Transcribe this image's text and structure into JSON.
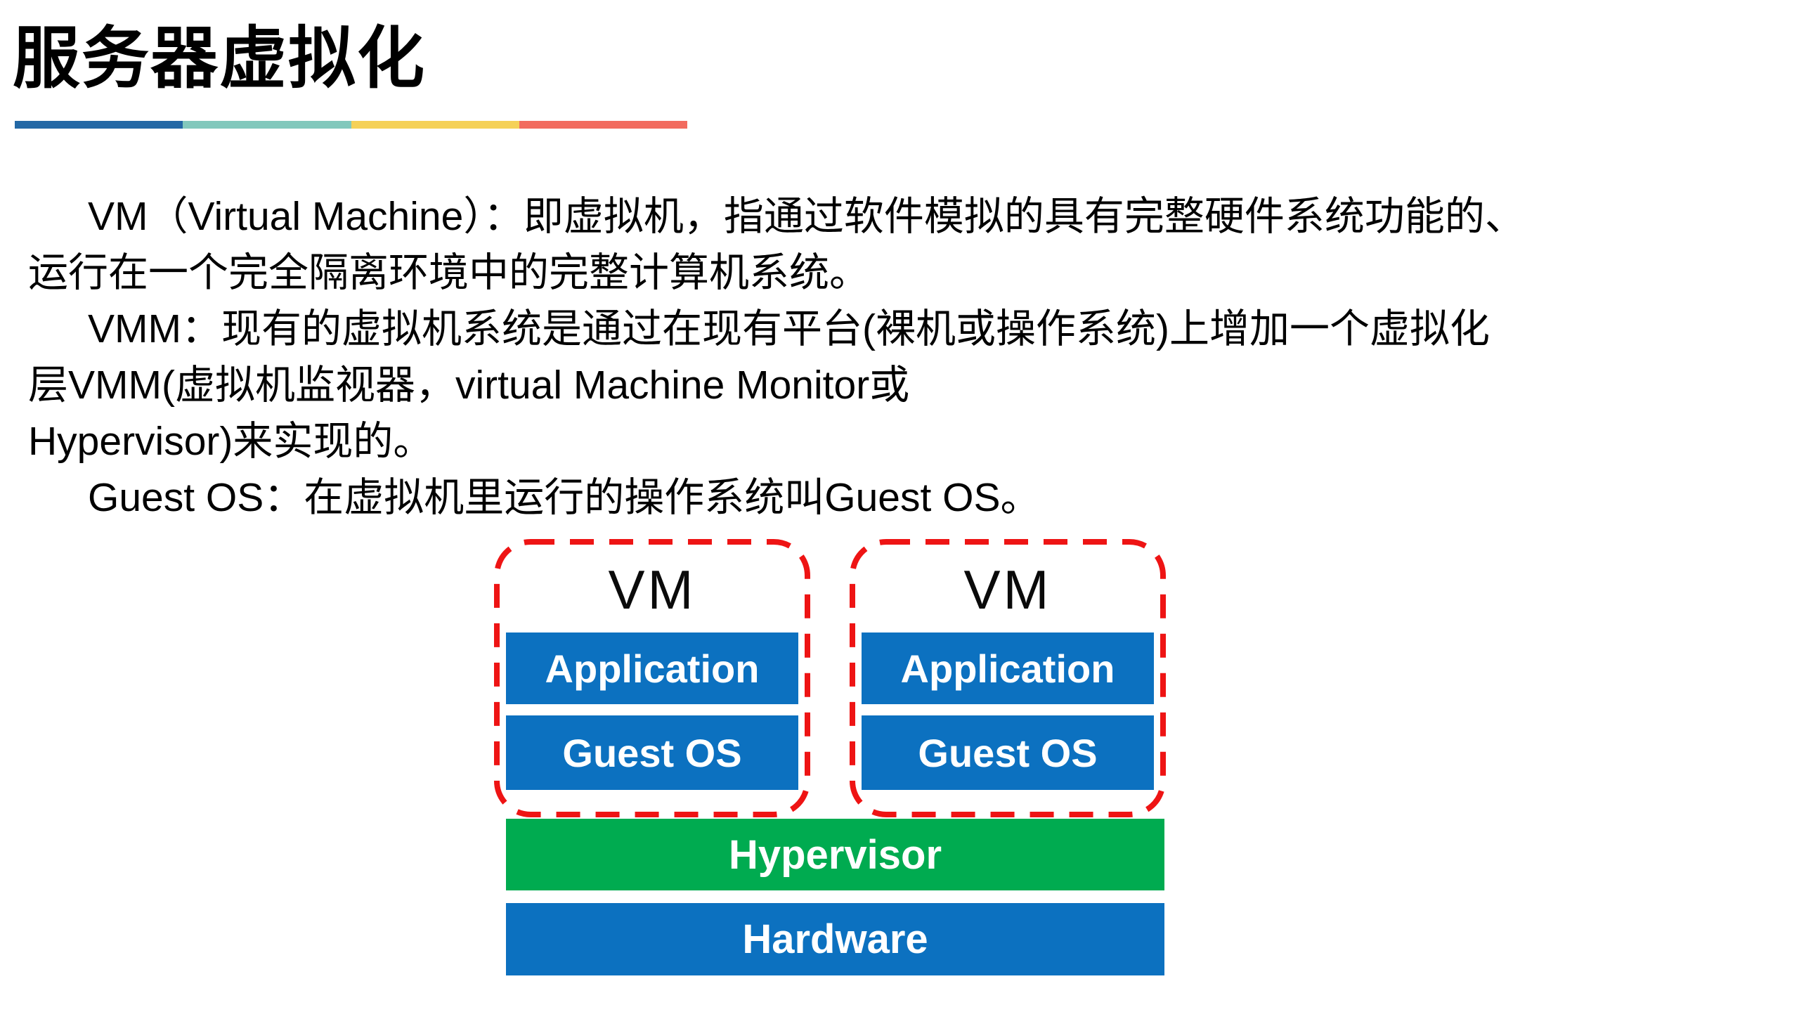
{
  "title": "服务器虚拟化",
  "accent_bar": {
    "colors": [
      "#2368A5",
      "#82C8BC",
      "#F5D158",
      "#F26B5F"
    ]
  },
  "body": {
    "lines": [
      {
        "text": "VM（Virtual Machine）：即虚拟机，指通过软件模拟的具有完整硬件系统功能的、",
        "indent": true
      },
      {
        "text": "运行在一个完全隔离环境中的完整计算机系统。",
        "indent": false
      },
      {
        "text": "VMM：现有的虚拟机系统是通过在现有平台(裸机或操作系统)上增加一个虚拟化",
        "indent": true
      },
      {
        "text": "层VMM(虚拟机监视器，virtual Machine Monitor或",
        "indent": false
      },
      {
        "text": "Hypervisor)来实现的。",
        "indent": false
      },
      {
        "text": "Guest OS：在虚拟机里运行的操作系统叫Guest OS。",
        "indent": true
      }
    ]
  },
  "diagram": {
    "vm_boxes": [
      {
        "label": "VM",
        "layers": [
          "Application",
          "Guest OS"
        ]
      },
      {
        "label": "VM",
        "layers": [
          "Application",
          "Guest OS"
        ]
      }
    ],
    "hypervisor_label": "Hypervisor",
    "hardware_label": "Hardware",
    "colors": {
      "layer_blue": "#0C71C0",
      "hypervisor_green": "#00AB50",
      "vm_border_red": "#EE1414",
      "accent_blue": "#2368A5",
      "accent_teal": "#82C8BC",
      "accent_yellow": "#F5D158",
      "accent_coral": "#F26B5F"
    }
  }
}
